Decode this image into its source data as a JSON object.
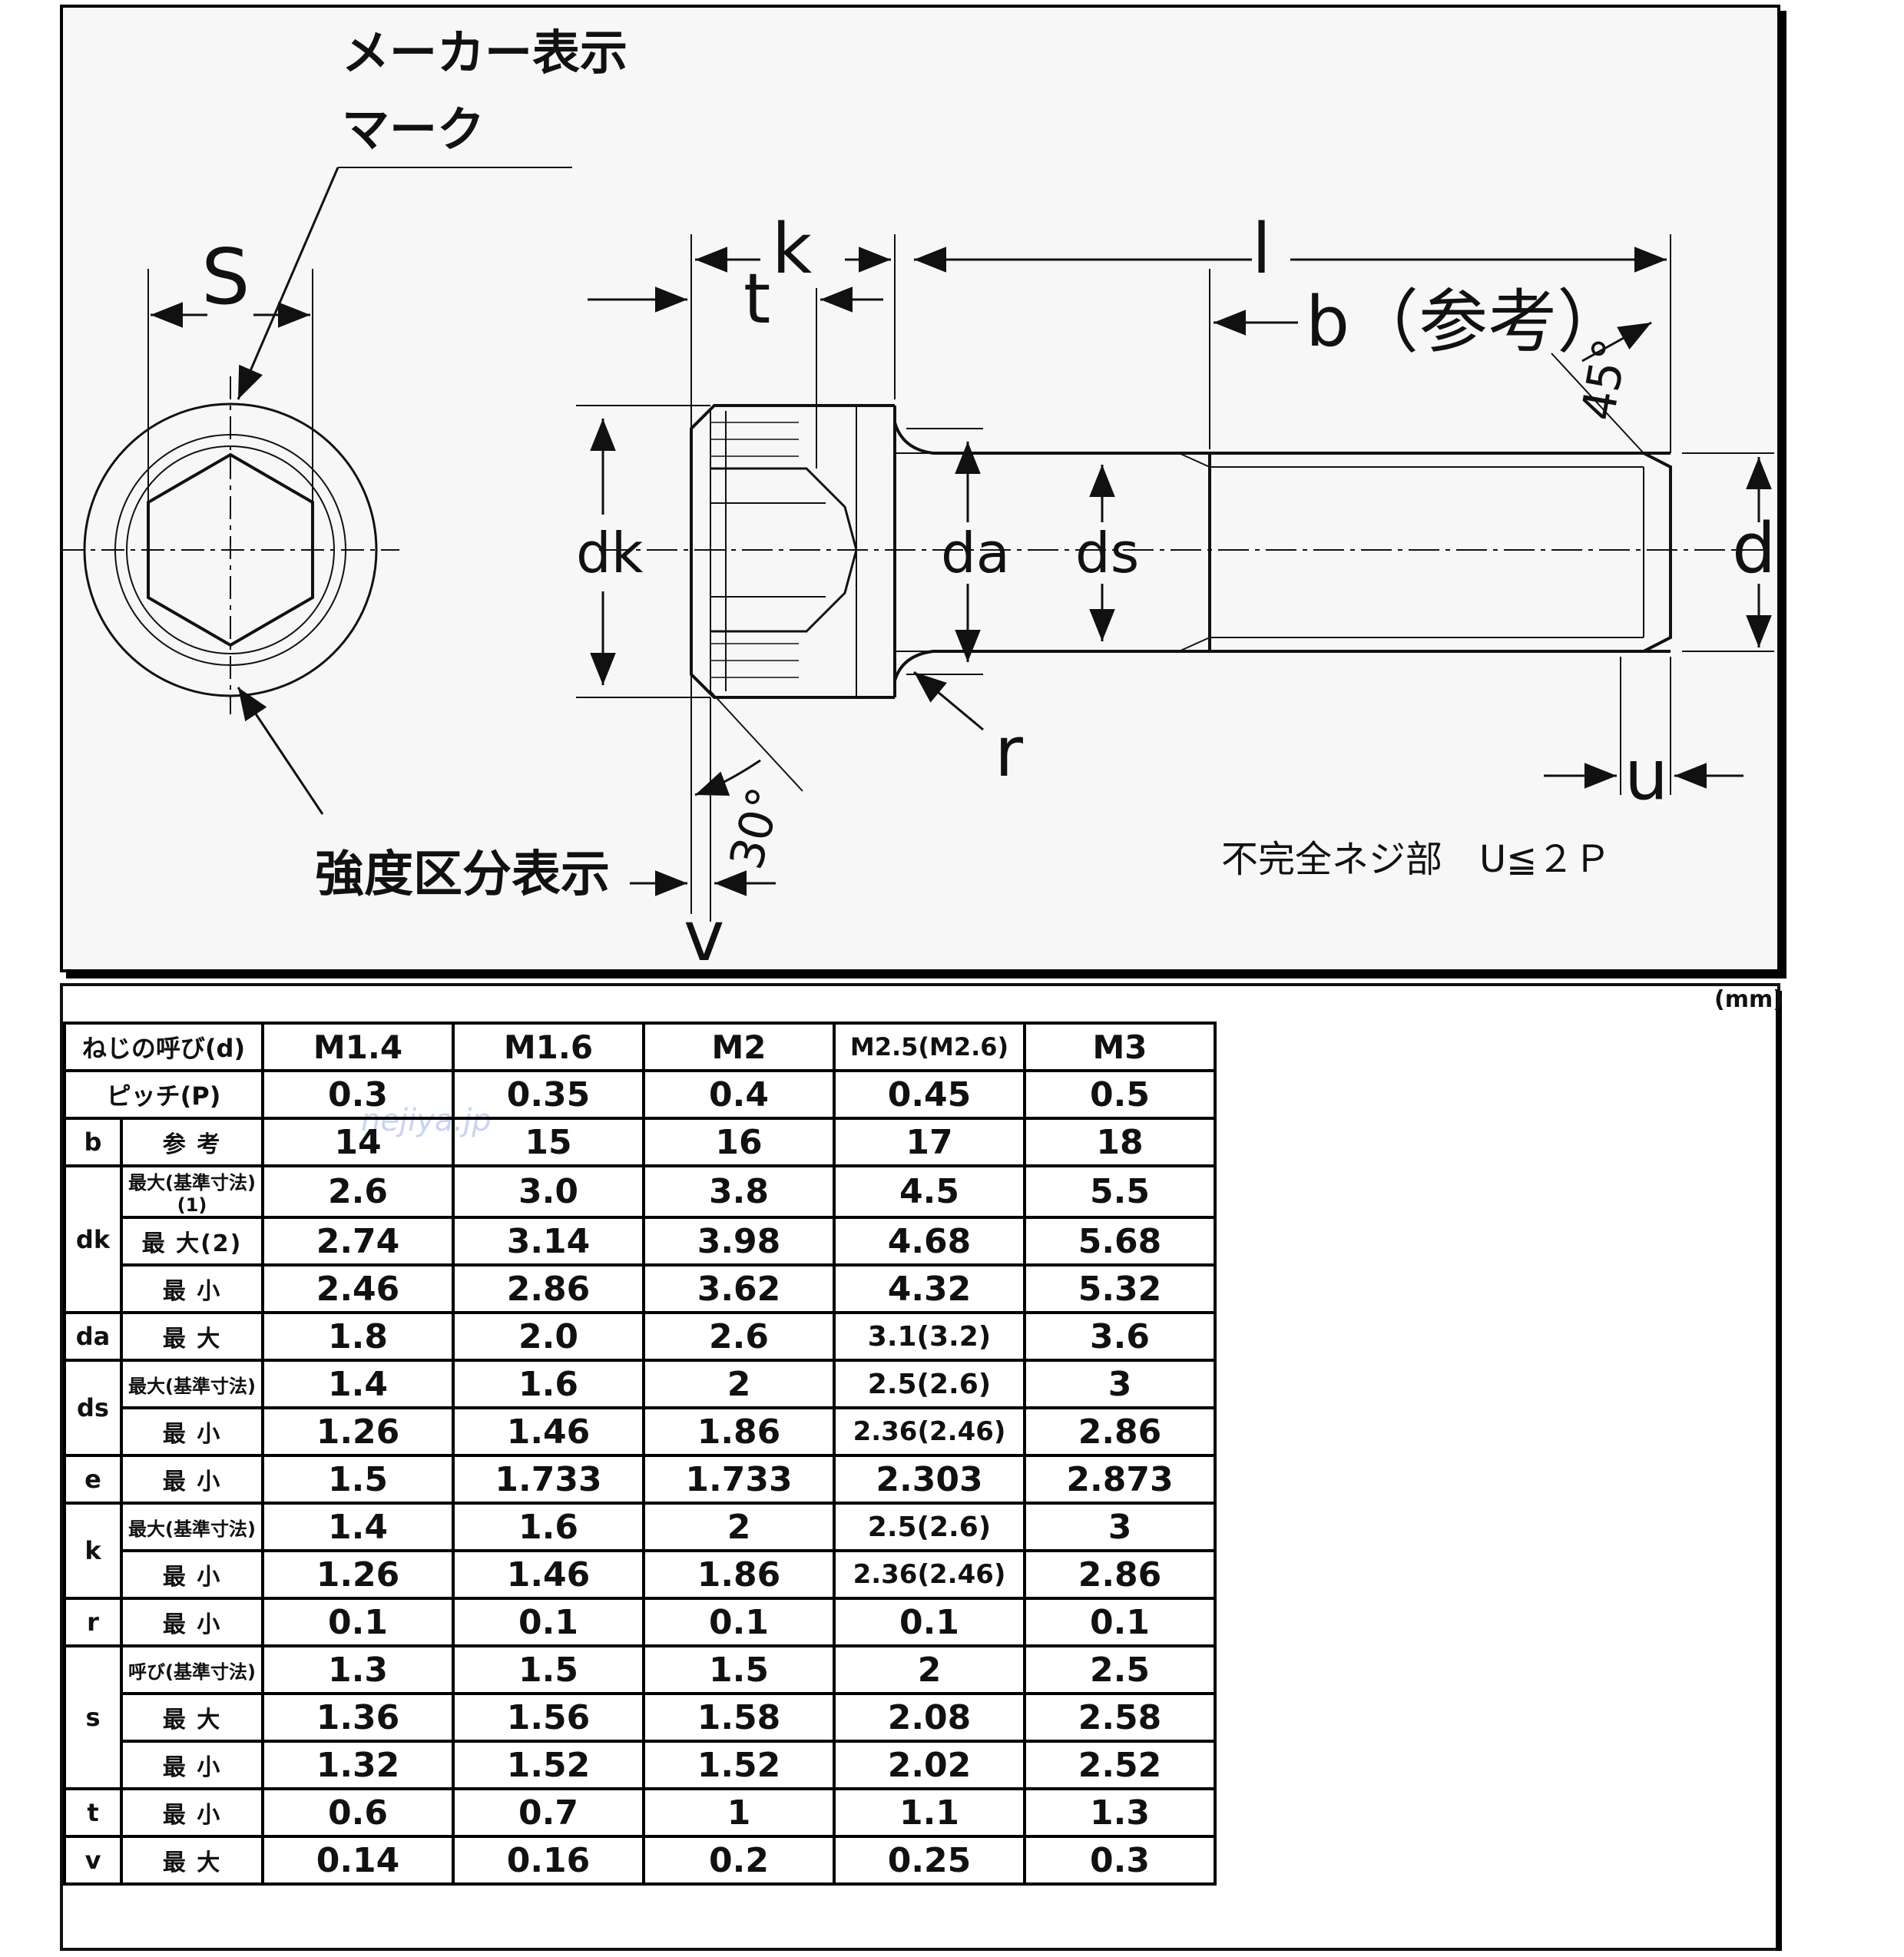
{
  "drawing": {
    "maker_mark_line1": "メーカー表示",
    "maker_mark_line2": "マーク",
    "strength_mark": "強度区分表示",
    "dim_s": "S",
    "dim_k": "k",
    "dim_t": "t",
    "dim_l": "l",
    "dim_b": "b（参考）",
    "dim_45": "45°",
    "dim_dk": "dk",
    "dim_da": "da",
    "dim_ds": "ds",
    "dim_d": "d",
    "dim_r": "r",
    "dim_30": "30°",
    "dim_v": "v",
    "dim_u": "u",
    "incomplete_thread_note": "不完全ネジ部　U≦２Ｐ"
  },
  "table": {
    "unit": "(mm)",
    "watermark": "nejiya.jp",
    "header_label": "ねじの呼び(d)",
    "sizes": [
      "M1.4",
      "M1.6",
      "M2",
      "M2.5(M2.6)",
      "M3"
    ],
    "rows": [
      {
        "group": "ピッチ(P)",
        "sub": "",
        "values": [
          "0.3",
          "0.35",
          "0.4",
          "0.45",
          "0.5"
        ]
      },
      {
        "group": "b",
        "sub": "参 考",
        "values": [
          "14",
          "15",
          "16",
          "17",
          "18"
        ]
      },
      {
        "group": "dk",
        "sub": "最大(基準寸法)(1)",
        "values": [
          "2.6",
          "3.0",
          "3.8",
          "4.5",
          "5.5"
        ]
      },
      {
        "group": "",
        "sub": "最 大(2)",
        "values": [
          "2.74",
          "3.14",
          "3.98",
          "4.68",
          "5.68"
        ]
      },
      {
        "group": "",
        "sub": "最 小",
        "values": [
          "2.46",
          "2.86",
          "3.62",
          "4.32",
          "5.32"
        ]
      },
      {
        "group": "da",
        "sub": "最 大",
        "values": [
          "1.8",
          "2.0",
          "2.6",
          "3.1(3.2)",
          "3.6"
        ]
      },
      {
        "group": "ds",
        "sub": "最大(基準寸法)",
        "values": [
          "1.4",
          "1.6",
          "2",
          "2.5(2.6)",
          "3"
        ]
      },
      {
        "group": "",
        "sub": "最 小",
        "values": [
          "1.26",
          "1.46",
          "1.86",
          "2.36(2.46)",
          "2.86"
        ]
      },
      {
        "group": "e",
        "sub": "最 小",
        "values": [
          "1.5",
          "1.733",
          "1.733",
          "2.303",
          "2.873"
        ]
      },
      {
        "group": "k",
        "sub": "最大(基準寸法)",
        "values": [
          "1.4",
          "1.6",
          "2",
          "2.5(2.6)",
          "3"
        ]
      },
      {
        "group": "",
        "sub": "最 小",
        "values": [
          "1.26",
          "1.46",
          "1.86",
          "2.36(2.46)",
          "2.86"
        ]
      },
      {
        "group": "r",
        "sub": "最 小",
        "values": [
          "0.1",
          "0.1",
          "0.1",
          "0.1",
          "0.1"
        ]
      },
      {
        "group": "s",
        "sub": "呼び(基準寸法)",
        "values": [
          "1.3",
          "1.5",
          "1.5",
          "2",
          "2.5"
        ]
      },
      {
        "group": "",
        "sub": "最 大",
        "values": [
          "1.36",
          "1.56",
          "1.58",
          "2.08",
          "2.58"
        ]
      },
      {
        "group": "",
        "sub": "最 小",
        "values": [
          "1.32",
          "1.52",
          "1.52",
          "2.02",
          "2.52"
        ]
      },
      {
        "group": "t",
        "sub": "最 小",
        "values": [
          "0.6",
          "0.7",
          "1",
          "1.1",
          "1.3"
        ]
      },
      {
        "group": "v",
        "sub": "最 大",
        "values": [
          "0.14",
          "0.16",
          "0.2",
          "0.25",
          "0.3"
        ]
      }
    ]
  }
}
